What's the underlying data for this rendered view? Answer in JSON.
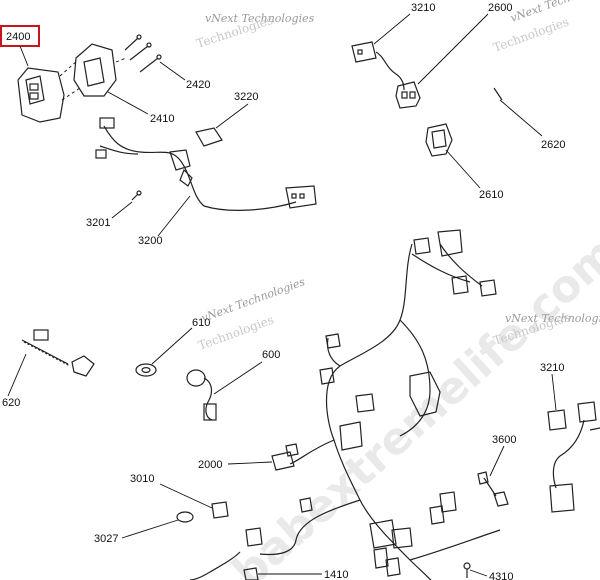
{
  "watermark": {
    "text_a": "vNext Technologies",
    "text_b": "Technologies",
    "big": "babextremelife.com"
  },
  "highlighted_callout": "2400",
  "callouts": {
    "c2400": "2400",
    "c2420": "2420",
    "c2410": "2410",
    "c3220": "3220",
    "c3201": "3201",
    "c3200": "3200",
    "c3210a": "3210",
    "c2600": "2600",
    "c2620": "2620",
    "c2610": "2610",
    "c610": "610",
    "c600": "600",
    "c620": "620",
    "c3210b": "3210",
    "c3600": "3600",
    "c2000": "2000",
    "c3010": "3010",
    "c3027": "3027",
    "c1410": "1410",
    "c4310": "4310"
  },
  "colors": {
    "highlight": "#c8151b",
    "line": "#222222",
    "watermark": "#9a9a9a"
  }
}
